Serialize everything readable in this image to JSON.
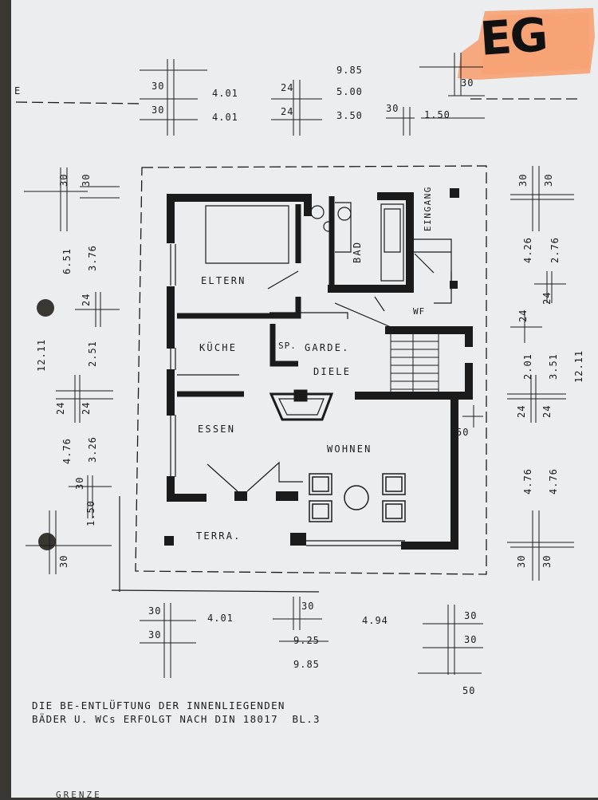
{
  "drawing": {
    "floor_mark": "EG",
    "rooms": {
      "eltern": "ELTERN",
      "bad": "BAD",
      "eingang": "EINGANG",
      "kueche": "KÜCHE",
      "speise": "SP.",
      "garderobe": "GARDE.",
      "diele": "DIELE",
      "wc": "WF",
      "essen": "ESSEN",
      "wohnen": "WOHNEN",
      "terrasse": "TERRA."
    },
    "dimensions": {
      "top": {
        "overall": "9.85",
        "w1": "30",
        "w1b": "30",
        "w2": "24",
        "w2b": "24",
        "w3": "30",
        "w4": "30",
        "d1a": "4.01",
        "d1b": "4.01",
        "d2a": "5.00",
        "d2b": "3.50",
        "d3": "1.50"
      },
      "left": {
        "overall": "12.11",
        "w1": "30",
        "w1b": "30",
        "d1": "6.51",
        "d2": "3.76",
        "w2": "24",
        "d3": "2.51",
        "w3": "24",
        "w4": "24",
        "d4": "4.76",
        "d5": "3.26",
        "w5": "30",
        "d6": "1.50",
        "w6": "30"
      },
      "right": {
        "overall": "12.11",
        "w1": "30",
        "w1b": "30",
        "d1": "4.26",
        "d2": "2.76",
        "w2": "24",
        "w3": "24",
        "d3": "2.01",
        "d4": "3.51",
        "w4": "24",
        "w5": "24",
        "d5": "4.76",
        "d6": "4.76",
        "w6": "30",
        "w7": "30",
        "d_stair": "50"
      },
      "bottom": {
        "w1": "30",
        "w2": "30",
        "w3": "30",
        "w4": "30",
        "w5": "30",
        "d1": "4.01",
        "d2": "4.94",
        "inner": "9.25",
        "overall": "9.85",
        "d3": "50"
      },
      "edge_mark": "E"
    },
    "note_line1": "DIE BE-ENTLÜFTUNG DER INNENLIEGENDEN",
    "note_line2": "BÄDER U. WCs ERFOLGT NACH DIN 18017  BL.3",
    "footer": "GRENZE",
    "colors": {
      "wall": "#1b1b1b",
      "paper": "#ecedef",
      "highlight": "#f7a072"
    }
  }
}
